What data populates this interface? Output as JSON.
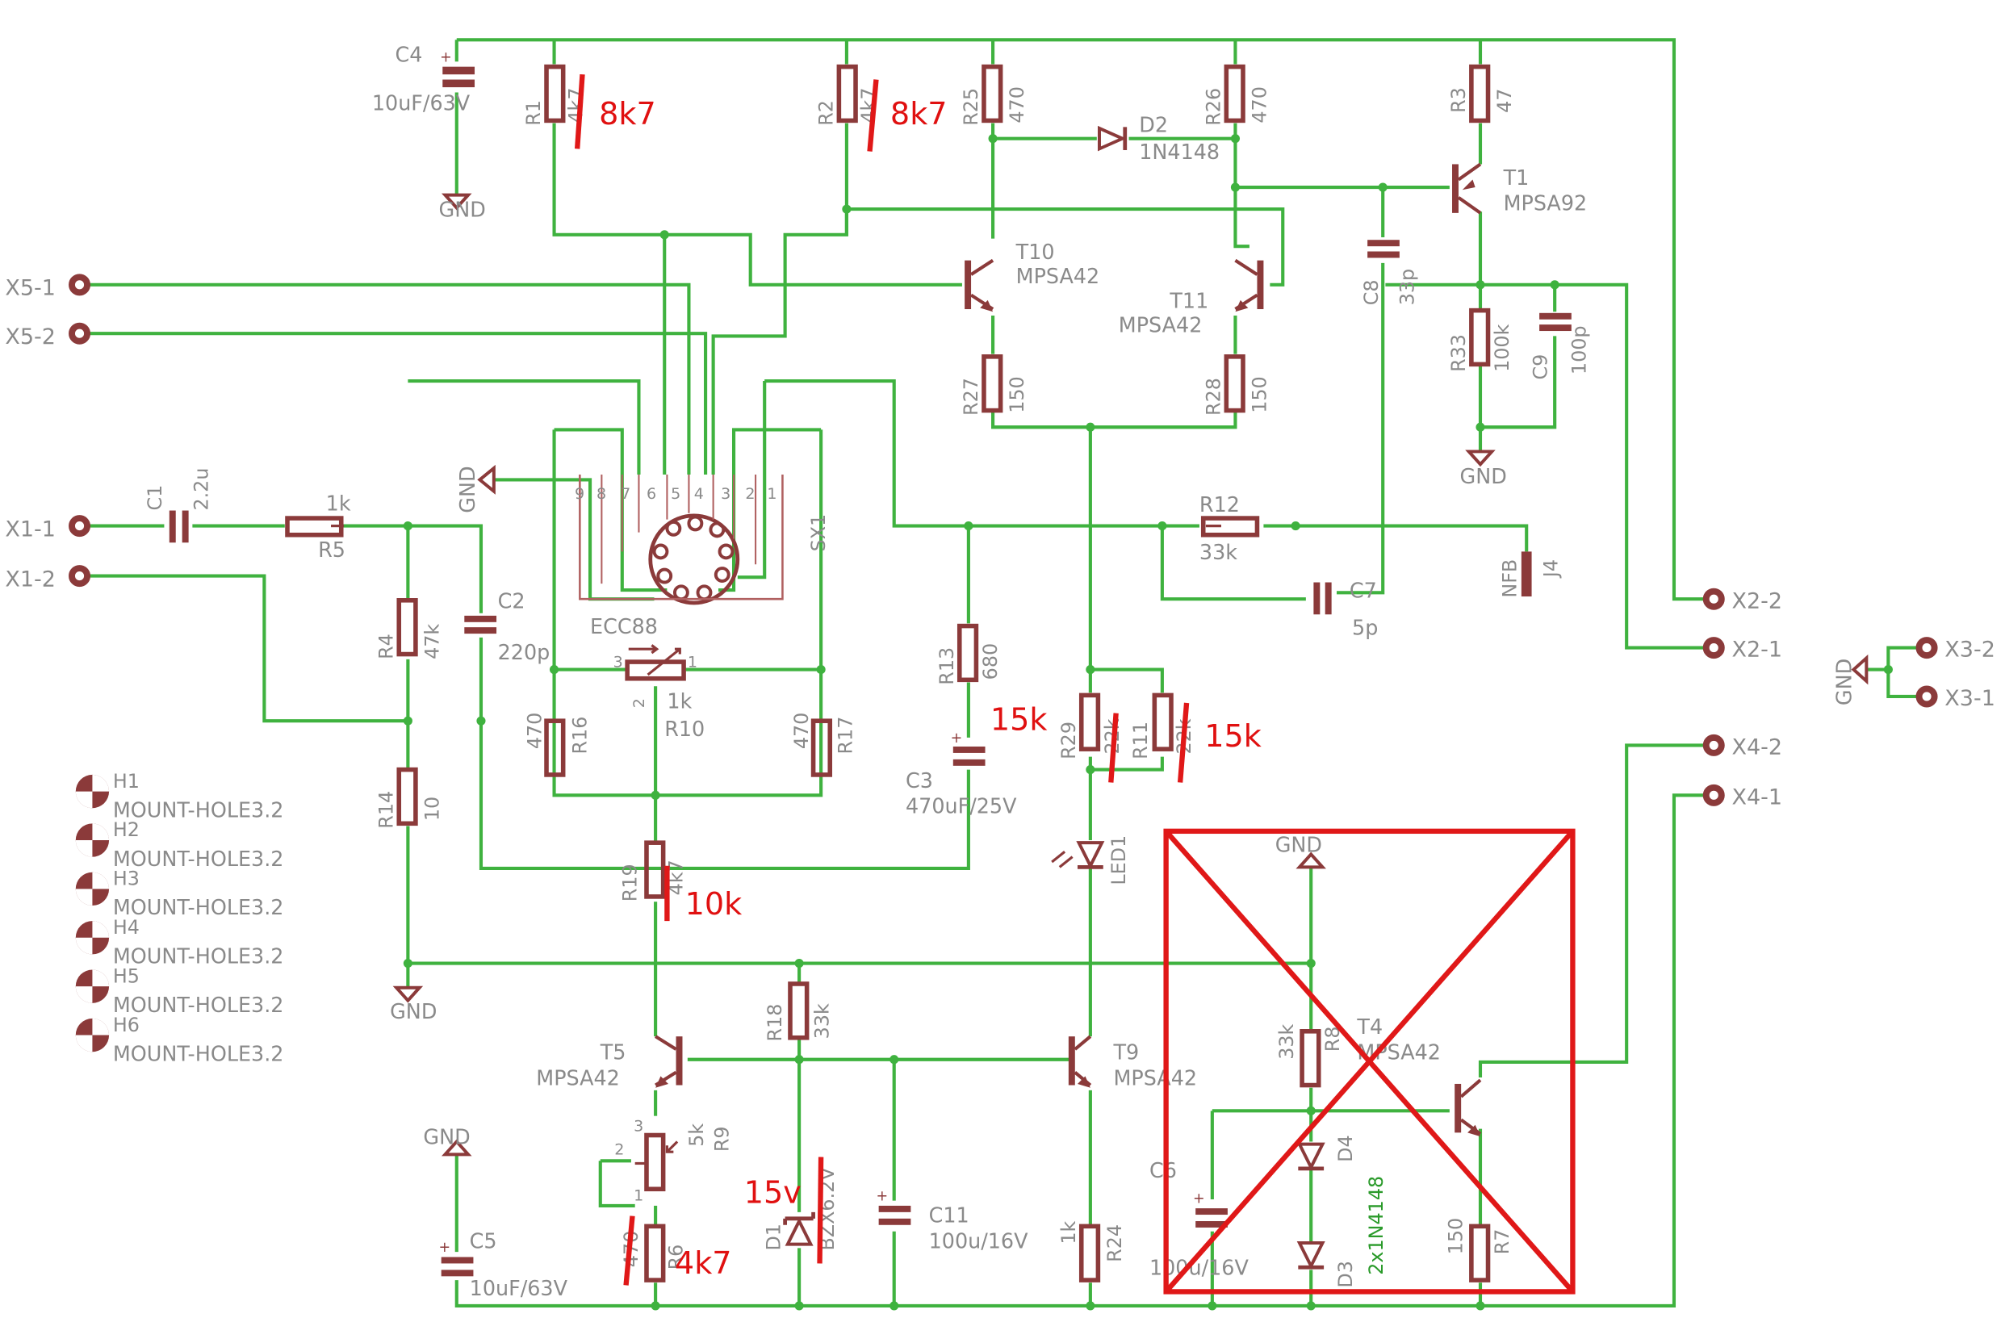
{
  "connectors": {
    "x5_1": "X5-1",
    "x5_2": "X5-2",
    "x1_1": "X1-1",
    "x1_2": "X1-2",
    "x2_2": "X2-2",
    "x2_1": "X2-1",
    "x3_2": "X3-2",
    "x3_1": "X3-1",
    "x4_2": "X4-2",
    "x4_1": "X4-1"
  },
  "power": {
    "gnd_c4": "GND",
    "gnd_r33": "GND",
    "gnd_tube": "GND",
    "gnd_main": "GND",
    "gnd_c5": "GND",
    "gnd_box": "GND",
    "gnd_x3": "GND"
  },
  "parts": {
    "c4": {
      "name": "C4",
      "value": "10uF/63V"
    },
    "r1": {
      "name": "R1",
      "value": "4k7",
      "fix": "8k7"
    },
    "r2": {
      "name": "R2",
      "value": "4k7",
      "fix": "8k7"
    },
    "r25": {
      "name": "R25",
      "value": "470"
    },
    "r26": {
      "name": "R26",
      "value": "470"
    },
    "r3": {
      "name": "R3",
      "value": "47"
    },
    "d2": {
      "name": "D2",
      "value": "1N4148"
    },
    "t1": {
      "name": "T1",
      "value": "MPSA92"
    },
    "t10": {
      "name": "T10",
      "value": "MPSA42"
    },
    "t11": {
      "name": "T11",
      "value": "MPSA42"
    },
    "c8": {
      "name": "C8",
      "value": "33p"
    },
    "r33": {
      "name": "R33",
      "value": "100k"
    },
    "c9": {
      "name": "C9",
      "value": "100p"
    },
    "r27": {
      "name": "R27",
      "value": "150"
    },
    "r28": {
      "name": "R28",
      "value": "150"
    },
    "c1": {
      "name": "C1",
      "value": "2.2u"
    },
    "r5": {
      "name": "R5",
      "value": "1k"
    },
    "sx1": {
      "name": "SX1",
      "value": "ECC88"
    },
    "pins": [
      "9",
      "8",
      "7",
      "6",
      "5",
      "4",
      "3",
      "2",
      "1"
    ],
    "r12": {
      "name": "R12",
      "value": "33k"
    },
    "j4": {
      "name": "J4",
      "value": "NFB"
    },
    "c7": {
      "name": "C7",
      "value": "5p"
    },
    "c2": {
      "name": "C2",
      "value": "220p"
    },
    "r4": {
      "name": "R4",
      "value": "47k"
    },
    "r10": {
      "name": "R10",
      "value": "1k",
      "p1": "1",
      "p2": "2",
      "p3": "3"
    },
    "r16": {
      "name": "R16",
      "value": "470"
    },
    "r17": {
      "name": "R17",
      "value": "470"
    },
    "r13": {
      "name": "R13",
      "value": "680"
    },
    "c3": {
      "name": "C3",
      "value": "470uF/25V"
    },
    "r29": {
      "name": "R29",
      "value": "22k"
    },
    "r11": {
      "name": "R11",
      "value": "22k"
    },
    "r14": {
      "name": "R14",
      "value": "10"
    },
    "r19": {
      "name": "R19",
      "value": "4k7",
      "fix": "10k"
    },
    "led1": {
      "name": "LED1"
    },
    "t5": {
      "name": "T5",
      "value": "MPSA42"
    },
    "r18": {
      "name": "R18",
      "value": "33k"
    },
    "t9": {
      "name": "T9",
      "value": "MPSA42"
    },
    "r9": {
      "name": "R9",
      "value": "5k",
      "p1": "1",
      "p2": "2",
      "p3": "3"
    },
    "r6": {
      "name": "R6",
      "value": "470",
      "fix": "4k7"
    },
    "d1": {
      "name": "D1",
      "value": "BZX6.2V",
      "fix": "15v"
    },
    "c11": {
      "name": "C11",
      "value": "100u/16V"
    },
    "r24": {
      "name": "R24",
      "value": "1k"
    },
    "c5": {
      "name": "C5",
      "value": "10uF/63V"
    },
    "r8": {
      "name": "R8",
      "value": "33k"
    },
    "t4": {
      "name": "T4",
      "value": "MPSA42"
    },
    "c6": {
      "name": "C6",
      "value": "100u/16V"
    },
    "d4": {
      "name": "D4"
    },
    "d3": {
      "name": "D3",
      "value": "2x1N4148"
    },
    "r7": {
      "name": "R7",
      "value": "150"
    },
    "fix_15k_a": "15k",
    "fix_15k_b": "15k"
  },
  "mount_holes": [
    {
      "name": "H1",
      "value": "MOUNT-HOLE3.2"
    },
    {
      "name": "H2",
      "value": "MOUNT-HOLE3.2"
    },
    {
      "name": "H3",
      "value": "MOUNT-HOLE3.2"
    },
    {
      "name": "H4",
      "value": "MOUNT-HOLE3.2"
    },
    {
      "name": "H5",
      "value": "MOUNT-HOLE3.2"
    },
    {
      "name": "H6",
      "value": "MOUNT-HOLE3.2"
    }
  ],
  "colors": {
    "wire": "#3fb23f",
    "component": "#8b3a3a",
    "label": "#8a8a8a",
    "annotation": "#e01010",
    "diode_value": "#2a9a2a"
  }
}
